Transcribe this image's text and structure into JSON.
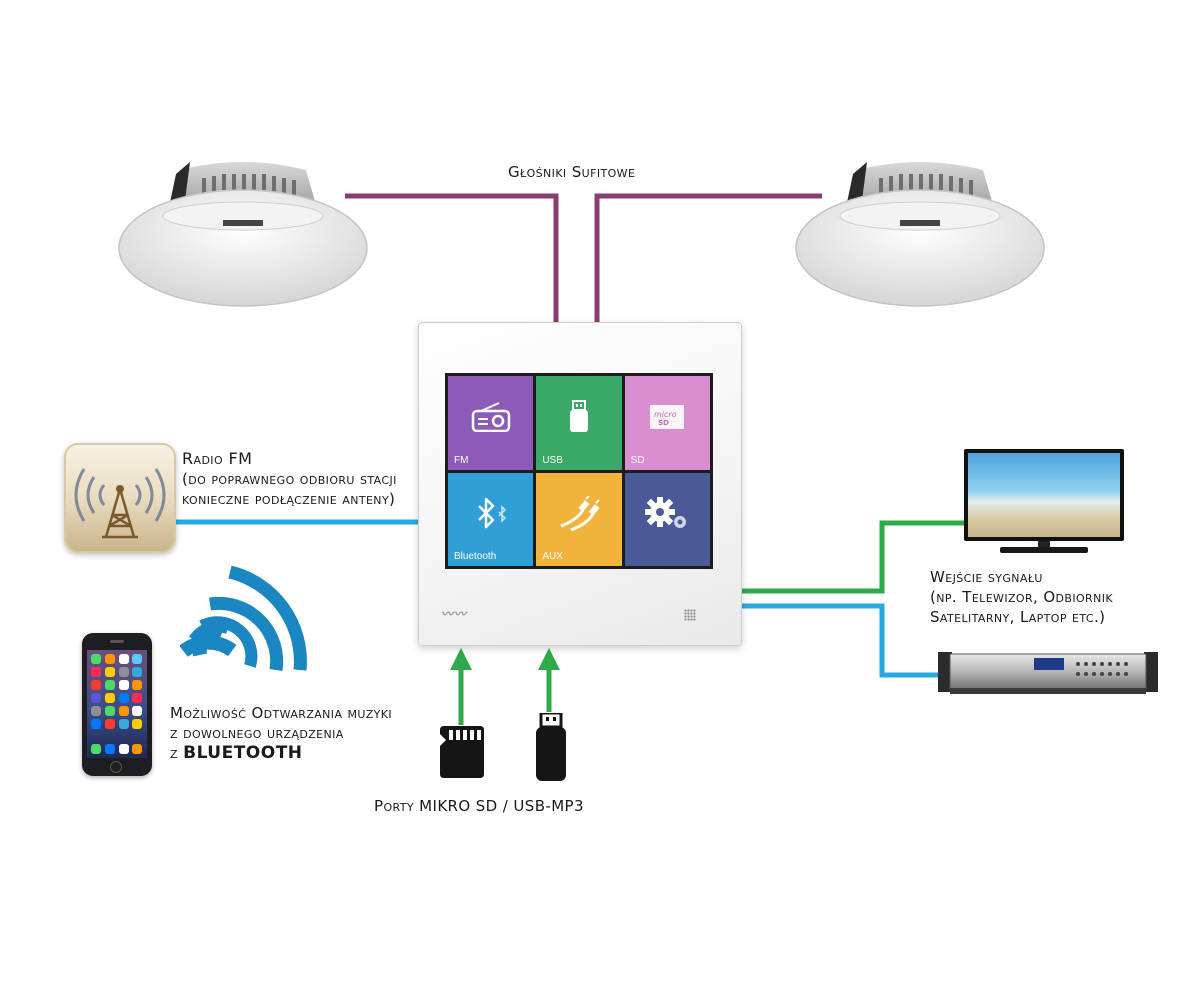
{
  "labels": {
    "speakers": "Głośniki Sufitowe",
    "radio_title": "Radio FM",
    "radio_line1": "(do poprawnego odbioru stacji",
    "radio_line2": "konieczne podłączenie anteny)",
    "bt_line1": "Możliwość Odtwarzania muzyki",
    "bt_line2": "z dowolnego urządzenia",
    "bt_prefix": "z",
    "bt_bold": "BLUETOOTH",
    "ports": "Porty MIKRO SD / USB-MP3",
    "input_line1": "Wejście sygnału",
    "input_line2": "(np. Telewizor, Odbiornik",
    "input_line3": "Satelitarny, Laptop etc.)"
  },
  "panel": {
    "tiles": [
      {
        "label": "FM",
        "color": "#8c5bb8",
        "icon": "radio-icon"
      },
      {
        "label": "USB",
        "color": "#3aa866",
        "icon": "usb-icon"
      },
      {
        "label": "SD",
        "color": "#d98fcf",
        "icon": "sd-card-icon"
      },
      {
        "label": "Bluetooth",
        "color": "#2f9fd6",
        "icon": "bluetooth-icon"
      },
      {
        "label": "AUX",
        "color": "#f2b33d",
        "icon": "aux-cable-icon"
      },
      {
        "label": "",
        "color": "#4a5a96",
        "icon": "settings-gear-icon"
      }
    ]
  },
  "colors": {
    "speaker_line": "#8a3c73",
    "fm_line": "#29a8e0",
    "green_line": "#2eaa4a",
    "blue_line": "#29a8e0",
    "bt_waves": "#1a86c2",
    "arrow_green": "#2eaa4a"
  }
}
